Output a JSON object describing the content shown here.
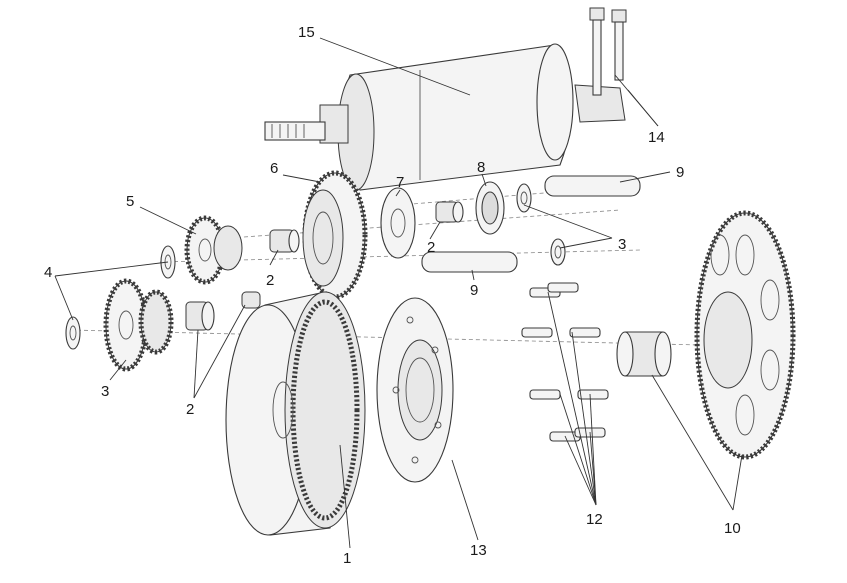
{
  "callouts": {
    "c1": "1",
    "c2a": "2",
    "c2b": "2",
    "c2c": "2",
    "c3a": "3",
    "c3b": "3",
    "c4": "4",
    "c5": "5",
    "c6": "6",
    "c7": "7",
    "c8": "8",
    "c9a": "9",
    "c9b": "9",
    "c10": "10",
    "c12": "12",
    "c13": "13",
    "c14": "14",
    "c15": "15"
  }
}
